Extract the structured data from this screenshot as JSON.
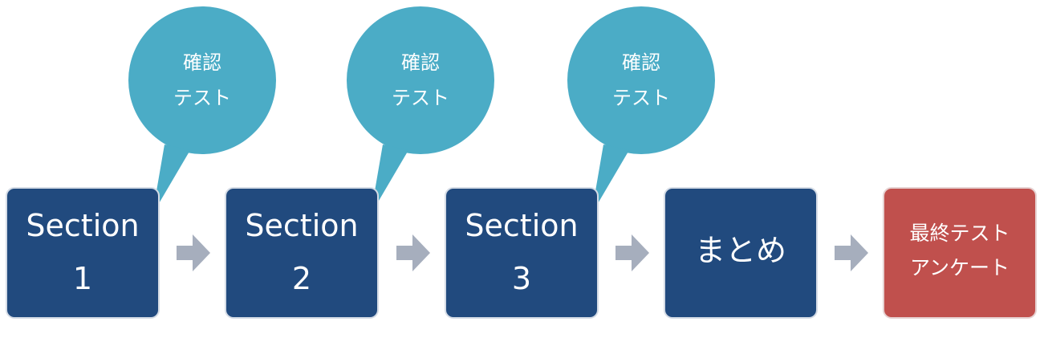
{
  "colors": {
    "section_box": "#214a7e",
    "final_box": "#c0504d",
    "bubble": "#4bacc6",
    "arrow": "#a6aebd",
    "text": "#ffffff"
  },
  "steps": [
    {
      "line1": "Section",
      "line2": "1"
    },
    {
      "line1": "Section",
      "line2": "2"
    },
    {
      "line1": "Section",
      "line2": "3"
    },
    {
      "line1": "まとめ"
    },
    {
      "line1": "最終テスト",
      "line2": "アンケート"
    }
  ],
  "bubbles": [
    {
      "line1": "確認",
      "line2": "テスト"
    },
    {
      "line1": "確認",
      "line2": "テスト"
    },
    {
      "line1": "確認",
      "line2": "テスト"
    }
  ],
  "arrows": [
    {
      "icon": "arrow-right-icon"
    },
    {
      "icon": "arrow-right-icon"
    },
    {
      "icon": "arrow-right-icon"
    },
    {
      "icon": "arrow-right-icon"
    }
  ]
}
